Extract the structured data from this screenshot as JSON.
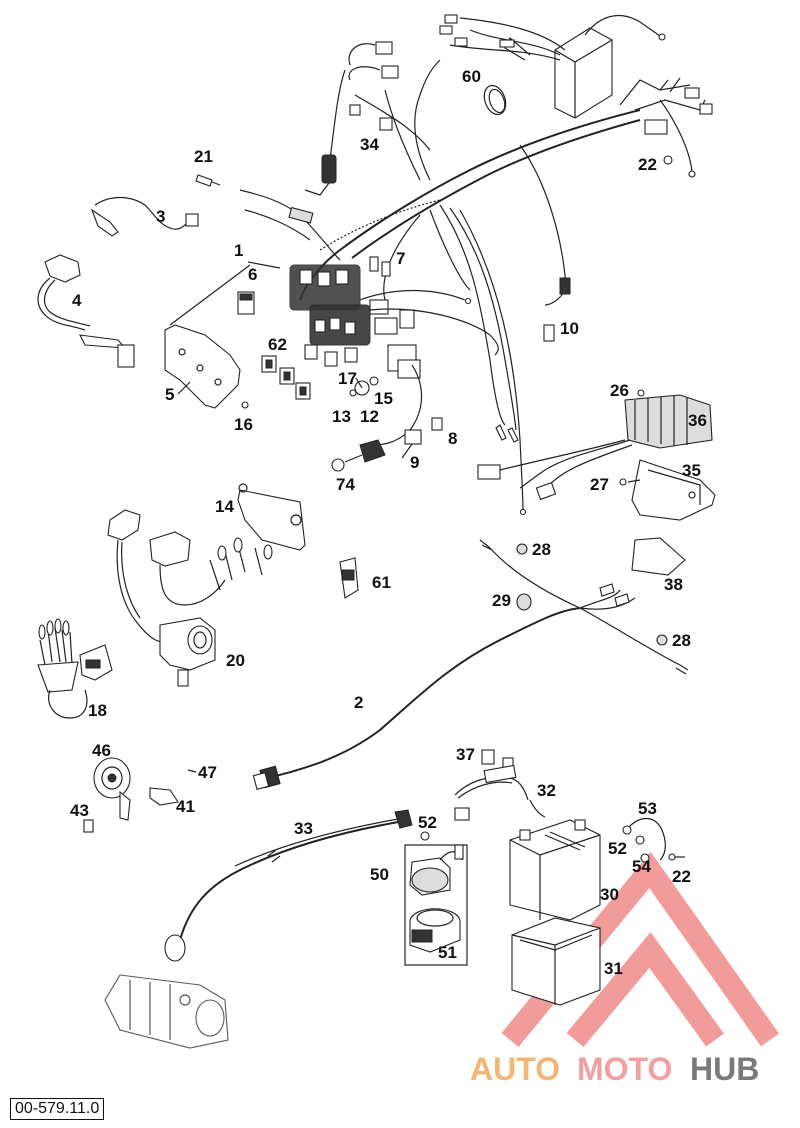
{
  "diagram": {
    "reference_code": "00-579.11.0",
    "watermark": {
      "auto": "AUTO",
      "moto": "MOTO",
      "hub": "HUB",
      "colors": {
        "auto": "#f2b774",
        "moto": "#f0a0a0",
        "hub": "#7a7a7a",
        "triangle": "#e84a4a"
      }
    },
    "callouts": [
      {
        "id": "c60",
        "label": "60"
      },
      {
        "id": "c21",
        "label": "21"
      },
      {
        "id": "c34",
        "label": "34"
      },
      {
        "id": "c22a",
        "label": "22"
      },
      {
        "id": "c3",
        "label": "3"
      },
      {
        "id": "c1",
        "label": "1"
      },
      {
        "id": "c7",
        "label": "7"
      },
      {
        "id": "c6",
        "label": "6"
      },
      {
        "id": "c4",
        "label": "4"
      },
      {
        "id": "c10",
        "label": "10"
      },
      {
        "id": "c62",
        "label": "62"
      },
      {
        "id": "c5",
        "label": "5"
      },
      {
        "id": "c17",
        "label": "17"
      },
      {
        "id": "c15",
        "label": "15"
      },
      {
        "id": "c26",
        "label": "26"
      },
      {
        "id": "c36",
        "label": "36"
      },
      {
        "id": "c13",
        "label": "13"
      },
      {
        "id": "c12",
        "label": "12"
      },
      {
        "id": "c16",
        "label": "16"
      },
      {
        "id": "c8",
        "label": "8"
      },
      {
        "id": "c9",
        "label": "9"
      },
      {
        "id": "c35",
        "label": "35"
      },
      {
        "id": "c74",
        "label": "74"
      },
      {
        "id": "c27",
        "label": "27"
      },
      {
        "id": "c14",
        "label": "14"
      },
      {
        "id": "c28a",
        "label": "28"
      },
      {
        "id": "c61",
        "label": "61"
      },
      {
        "id": "c38",
        "label": "38"
      },
      {
        "id": "c29",
        "label": "29"
      },
      {
        "id": "c28b",
        "label": "28"
      },
      {
        "id": "c20",
        "label": "20"
      },
      {
        "id": "c2",
        "label": "2"
      },
      {
        "id": "c18",
        "label": "18"
      },
      {
        "id": "c46",
        "label": "46"
      },
      {
        "id": "c37",
        "label": "37"
      },
      {
        "id": "c47",
        "label": "47"
      },
      {
        "id": "c32",
        "label": "32"
      },
      {
        "id": "c41",
        "label": "41"
      },
      {
        "id": "c53",
        "label": "53"
      },
      {
        "id": "c43",
        "label": "43"
      },
      {
        "id": "c33",
        "label": "33"
      },
      {
        "id": "c52a",
        "label": "52"
      },
      {
        "id": "c52b",
        "label": "52"
      },
      {
        "id": "c54",
        "label": "54"
      },
      {
        "id": "c50",
        "label": "50"
      },
      {
        "id": "c22b",
        "label": "22"
      },
      {
        "id": "c30",
        "label": "30"
      },
      {
        "id": "c51",
        "label": "51"
      },
      {
        "id": "c31",
        "label": "31"
      }
    ]
  }
}
